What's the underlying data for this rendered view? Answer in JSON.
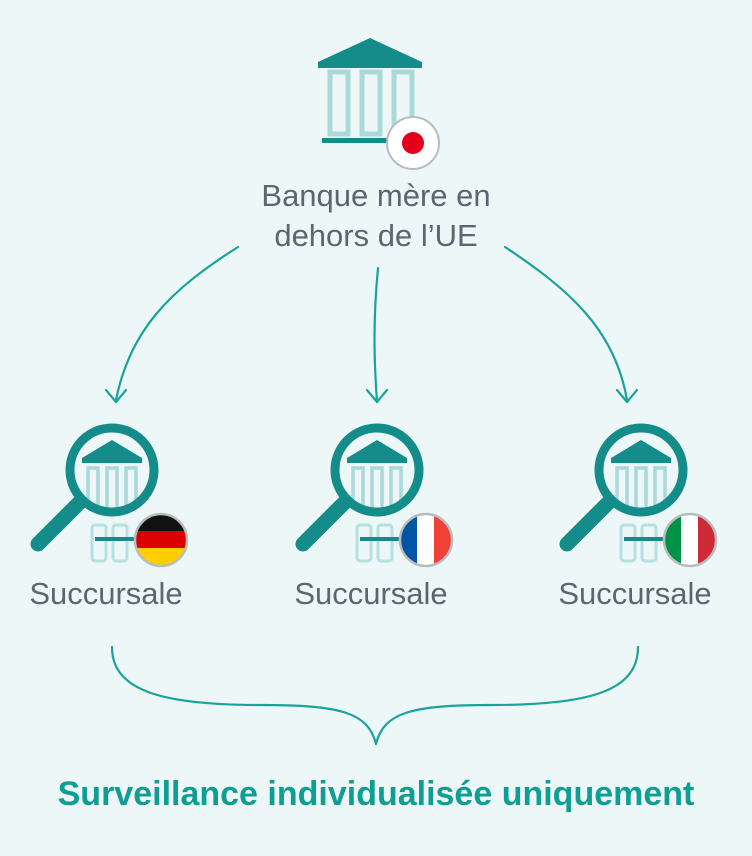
{
  "parent": {
    "line1": "Banque mère en",
    "line2": "dehors de l’UE",
    "flag_icon": "japan-flag-icon",
    "building_icon": "bank-building-icon"
  },
  "branches": [
    {
      "label": "Succursale",
      "flag_icon": "germany-flag-icon"
    },
    {
      "label": "Succursale",
      "flag_icon": "france-flag-icon"
    },
    {
      "label": "Succursale",
      "flag_icon": "italy-flag-icon"
    }
  ],
  "caption": "Surveillance individualisée uniquement",
  "colors": {
    "teal_dark": "#148c89",
    "teal_light": "#a9d9da",
    "arrow": "#1aa39a",
    "text": "#5b6670",
    "caption": "#0f9e94",
    "background": "#eef7f8"
  }
}
